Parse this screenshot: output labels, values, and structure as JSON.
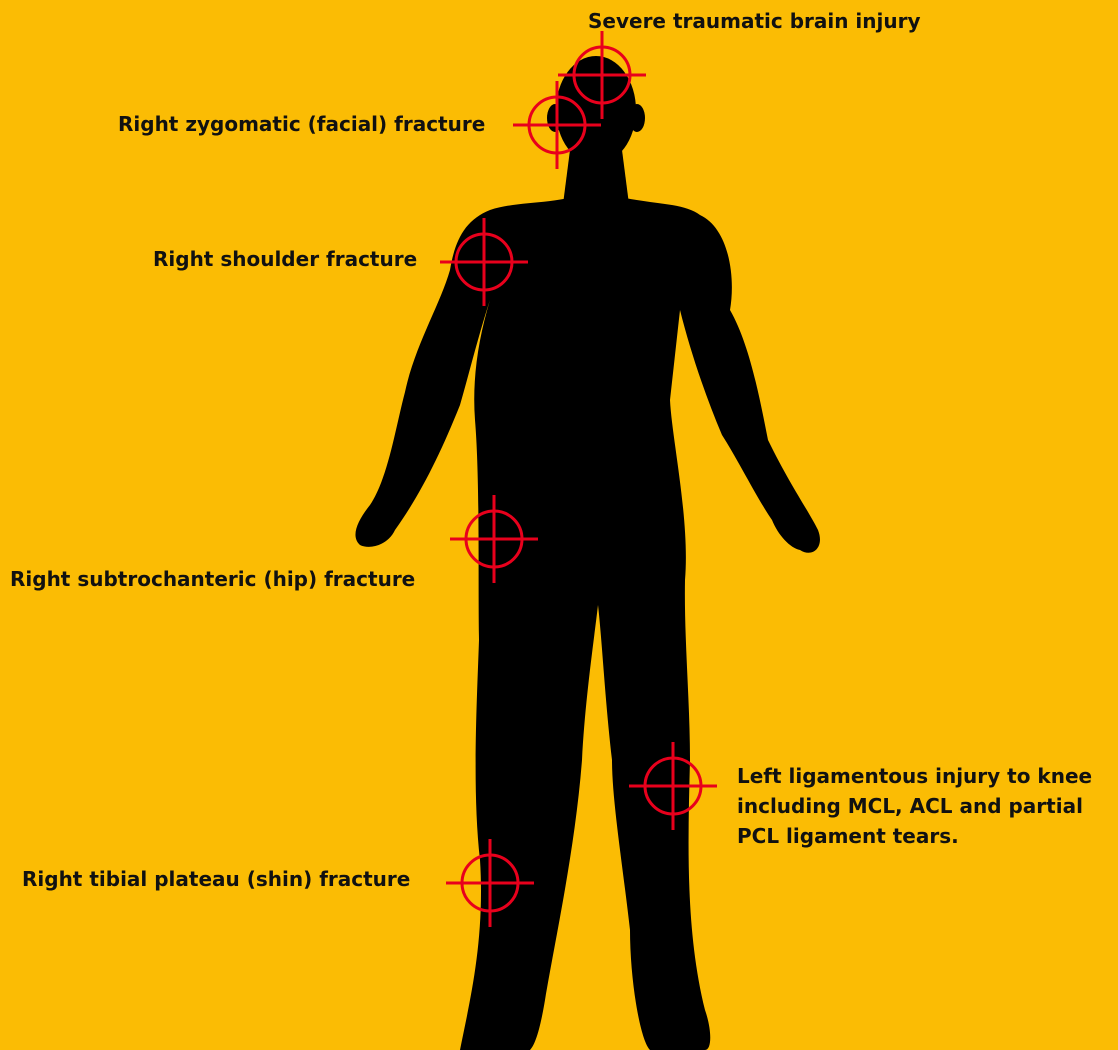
{
  "background_color": "#FBBC04",
  "silhouette_color": "#000000",
  "marker_color": "#E8001C",
  "injuries": [
    {
      "id": "brain",
      "label": "Severe traumatic brain injury"
    },
    {
      "id": "zygomatic",
      "label": "Right zygomatic (facial) fracture"
    },
    {
      "id": "shoulder",
      "label": "Right shoulder fracture"
    },
    {
      "id": "hip",
      "label": "Right subtrochanteric (hip) fracture"
    },
    {
      "id": "knee",
      "label": "Left ligamentous injury to knee including MCL, ACL and partial PCL ligament tears."
    },
    {
      "id": "shin",
      "label": "Right tibial plateau (shin) fracture"
    }
  ]
}
